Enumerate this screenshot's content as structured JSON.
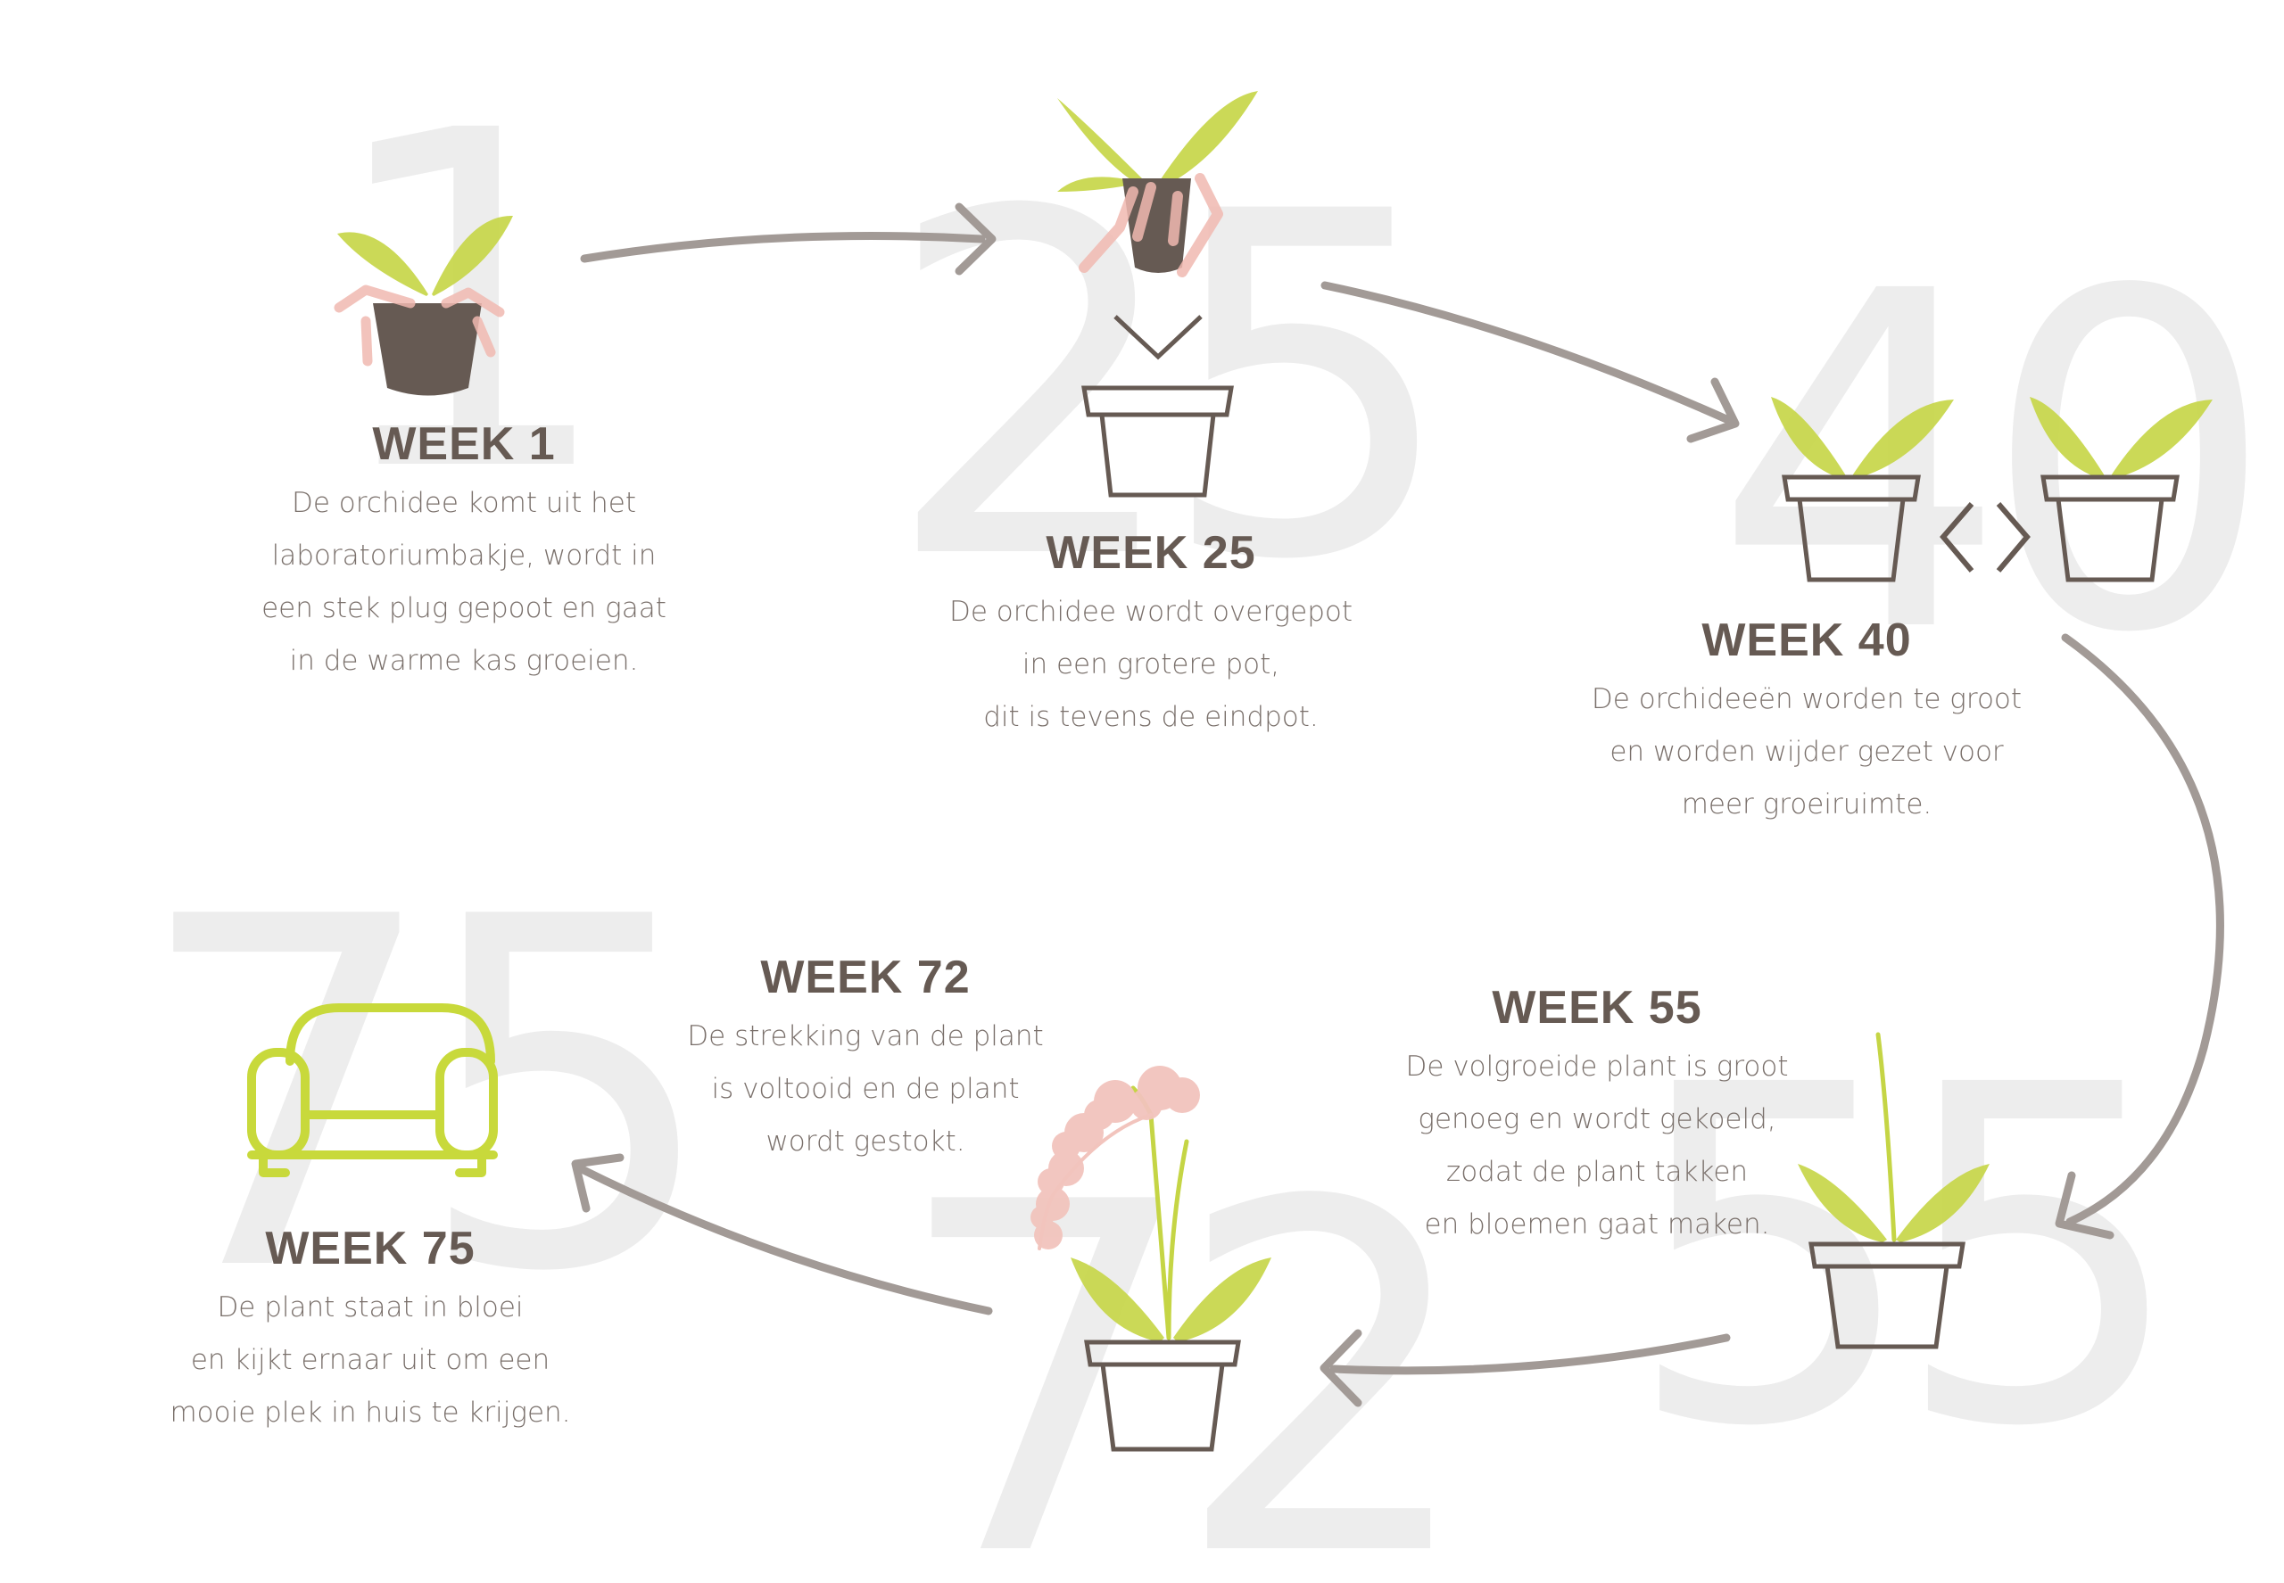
{
  "steps": [
    {
      "id": "week1",
      "big_number": "1",
      "title": "WEEK 1",
      "lines": [
        "De orchidee komt uit het",
        "laboratoriumbakje, wordt in",
        "een stek plug gepoot en gaat",
        "in de warme kas groeien."
      ]
    },
    {
      "id": "week25",
      "big_number": "25",
      "title": "WEEK 25",
      "lines": [
        "De orchidee wordt overgepot",
        "in een grotere pot,",
        "dit is tevens de eindpot."
      ]
    },
    {
      "id": "week40",
      "big_number": "40",
      "title": "WEEK 40",
      "lines": [
        "De orchideeën worden te groot",
        "en worden wijder gezet voor",
        "meer groeiruimte."
      ]
    },
    {
      "id": "week55",
      "big_number": "55",
      "title": "WEEK 55",
      "lines": [
        "De volgroeide plant is groot",
        "genoeg en wordt gekoeld,",
        "zodat de plant takken",
        "en bloemen gaat maken."
      ]
    },
    {
      "id": "week72",
      "big_number": "72",
      "title": "WEEK 72",
      "lines": [
        "De strekking van de plant",
        "is voltooid en de plant",
        "wordt gestokt."
      ]
    },
    {
      "id": "week75",
      "big_number": "75",
      "title": "WEEK 75",
      "lines": [
        "De plant staat in bloei",
        "en kijkt ernaar uit om een",
        "mooie plek in huis te krijgen."
      ]
    }
  ],
  "colors": {
    "text_dark": "#665a53",
    "text_light": "#7a706b",
    "big_number": "#ededed",
    "arrow": "#a29a96",
    "leaf": "#c5d545",
    "hand": "#f0b8b0",
    "pot_dark": "#665a53",
    "flower": "#f2c4bd",
    "sofa": "#c8d93b"
  },
  "icons": [
    "plant-in-hands-icon",
    "repot-plant-icon",
    "spaced-pots-icon",
    "stem-plant-icon",
    "orchid-flower-icon",
    "sofa-icon"
  ]
}
